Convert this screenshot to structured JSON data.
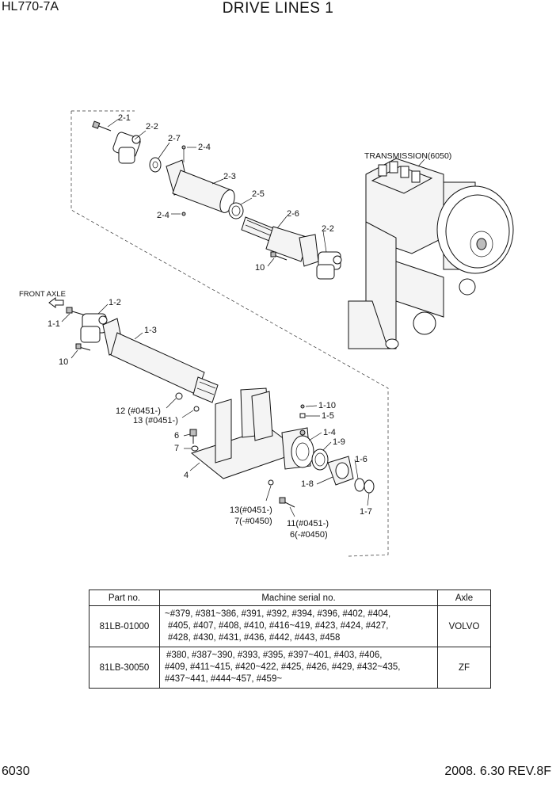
{
  "header": {
    "model": "HL770-7A",
    "title": "DRIVE LINES 1"
  },
  "footer": {
    "page": "6030",
    "date_rev": "2008. 6.30  REV.8F"
  },
  "labels": {
    "l_2_1": "2-1",
    "l_2_2a": "2-2",
    "l_2_7": "2-7",
    "l_2_4a": "2-4",
    "l_2_3": "2-3",
    "l_2_5": "2-5",
    "l_2_4b": "2-4",
    "l_2_6": "2-6",
    "l_2_2b": "2-2",
    "l_10a": "10",
    "transmission": "TRANSMISSION(6050)",
    "front_axle": "FRONT AXLE",
    "l_1_2": "1-2",
    "l_1_1": "1-1",
    "l_1_3": "1-3",
    "l_10b": "10",
    "l_12": "12 (#0451-)",
    "l_13a": "13 (#0451-)",
    "l_6": "6",
    "l_7": "7",
    "l_4": "4",
    "l_1_10": "1-10",
    "l_1_5": "1-5",
    "l_1_4": "1-4",
    "l_1_9": "1-9",
    "l_1_6": "1-6",
    "l_1_8": "1-8",
    "l_1_7": "1-7",
    "l_13b": "13(#0451-)",
    "l_7b": "7(-#0450)",
    "l_11": "11(#0451-)",
    "l_6b": "6(-#0450)"
  },
  "table": {
    "headers": [
      "Part no.",
      "Machine serial no.",
      "Axle"
    ],
    "rows": [
      {
        "part": "81LB-01000",
        "serial_lines": [
          "~#379, #381~386, #391, #392, #394, #396, #402, #404,",
          "#405, #407, #408, #410, #416~419, #423, #424, #427,",
          "#428, #430, #431, #436, #442, #443, #458"
        ],
        "axle": "VOLVO"
      },
      {
        "part": "81LB-30050",
        "serial_lines": [
          "#380, #387~390, #393, #395, #397~401, #403, #406,",
          "#409, #411~415, #420~422, #425, #426, #429, #432~435,",
          "#437~441, #444~457, #459~"
        ],
        "axle": "ZF"
      }
    ]
  }
}
